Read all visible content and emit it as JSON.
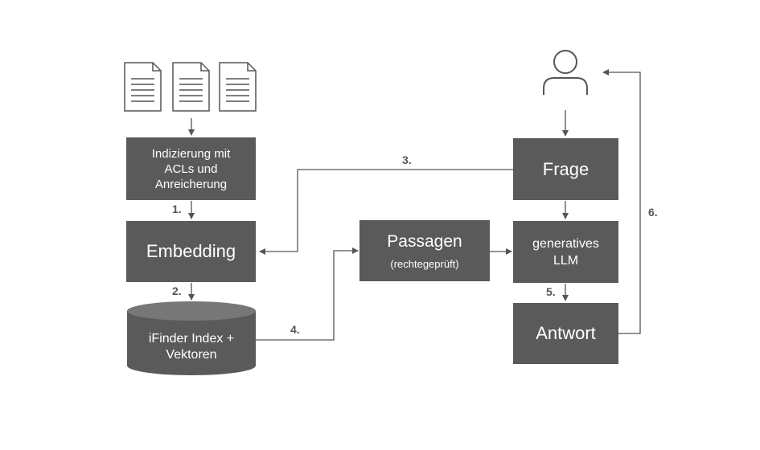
{
  "colors": {
    "box": "#5a5a5a",
    "line": "#555555",
    "label": "#555555",
    "doc_stroke": "#555555"
  },
  "icons": [
    "document-icon",
    "document-icon",
    "document-icon",
    "user-icon",
    "database-cylinder"
  ],
  "boxes": {
    "indexing": "Indizierung mit\nACLs und\nAnreicherung",
    "embedding": "Embedding",
    "passagen_title": "Passagen",
    "passagen_sub": "(rechtegeprüft)",
    "frage": "Frage",
    "llm": "generatives\nLLM",
    "antwort": "Antwort",
    "index": "iFinder Index +\nVektoren"
  },
  "steps": {
    "s1": "1.",
    "s2": "2.",
    "s3": "3.",
    "s4": "4.",
    "s5": "5.",
    "s6": "6."
  }
}
